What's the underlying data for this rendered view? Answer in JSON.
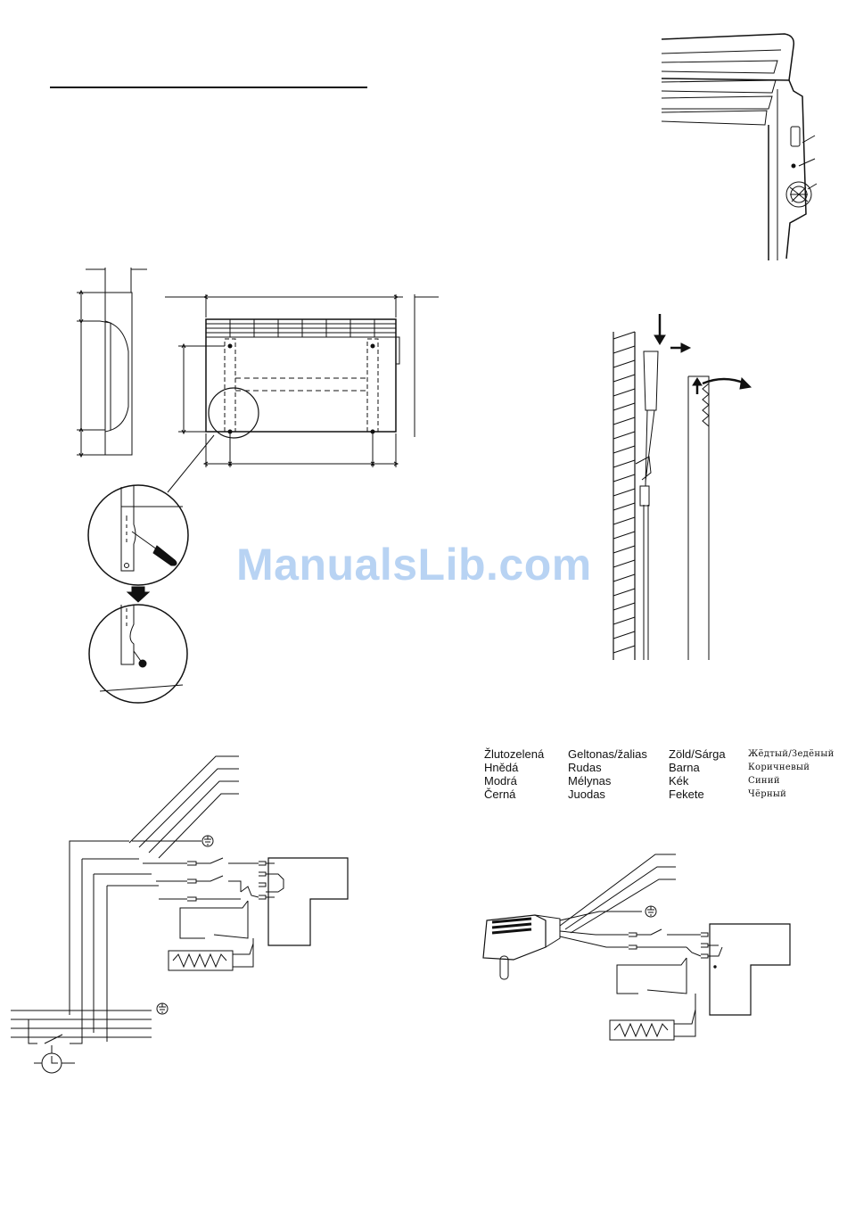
{
  "watermark": {
    "text": "ManualsLib.com"
  },
  "color_legend": {
    "rows": [
      [
        "Žlutozelená",
        "Geltonas/žalias",
        "Zöld/Sárga",
        "Жёдтый/Зедёный"
      ],
      [
        "Hnědá",
        "Rudas",
        "Barna",
        "Коричневый"
      ],
      [
        "Modrá",
        "Mélynas",
        "Kék",
        "Синий"
      ],
      [
        "Černá",
        "Juodas",
        "Fekete",
        "Чёрный"
      ]
    ]
  },
  "colors": {
    "line": "#111111",
    "watermark": "#7fb0ea"
  },
  "icons": [
    "ground-symbol-icon",
    "timer-clock-icon",
    "heating-element-icon",
    "screwdriver-icon",
    "down-arrow-icon",
    "schuko-plug-icon"
  ]
}
